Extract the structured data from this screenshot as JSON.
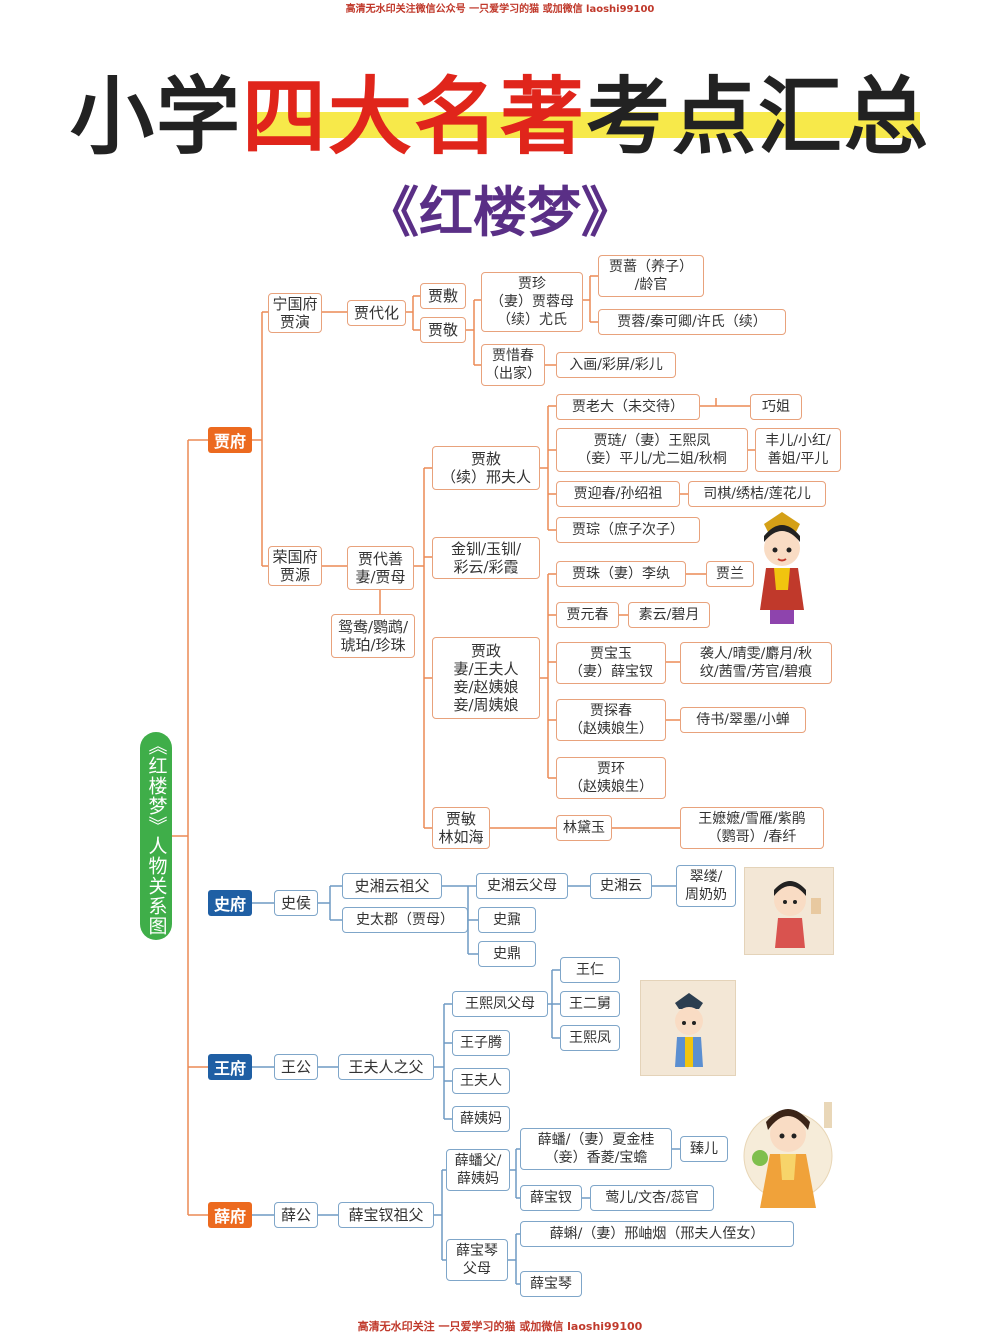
{
  "watermark_top": "高清无水印关注微信公众号 一只爱学习的猫 或加微信 laoshi99100",
  "watermark_bottom": "高清无水印关注 一只爱学习的猫 或加微信 laoshi99100",
  "title": {
    "part1": "小学",
    "part2": "四大名著",
    "part3": "考点汇总"
  },
  "subtitle": "《红楼梦》",
  "root_label": "《红楼梦》人物关系图",
  "colors": {
    "orange": "#ec6a1f",
    "blue": "#1f5fa4",
    "green": "#3fae49",
    "line_orange": "#ec8a55",
    "line_blue": "#6f9ac4"
  },
  "families": {
    "jia": "贾府",
    "shi": "史府",
    "wang": "王府",
    "xue": "薛府"
  },
  "nodes": {
    "ningguo": "宁国府\n贾演",
    "jia_daihua": "贾代化",
    "jia_fu": "贾敷",
    "jia_jing": "贾敬",
    "jia_zhen": "贾珍\n（妻）贾蓉母\n（续）尤氏",
    "jia_qiang": "贾蔷（养子）\n/龄官",
    "jia_rong": "贾蓉/秦可卿/许氏（续）",
    "jia_xichun": "贾惜春\n（出家）",
    "ruhua": "入画/彩屏/彩儿",
    "rongguo": "荣国府\n贾源",
    "jia_daishan": "贾代善\n妻/贾母",
    "yuanyang": "鸳鸯/鹦鹉/\n琥珀/珍珠",
    "jia_she": "贾赦\n（续）邢夫人",
    "jinchuan": "金钏/玉钏/\n彩云/彩霞",
    "jia_zheng": "贾政\n妻/王夫人\n妾/赵姨娘\n妾/周姨娘",
    "jia_min": "贾敏\n林如海",
    "jia_laoda": "贾老大（未交待）",
    "qiaojie": "巧姐",
    "jia_lian": "贾琏/（妻）王熙凤\n（妾）平儿/尤二姐/秋桐",
    "fenger": "丰儿/小红/\n善姐/平儿",
    "jia_yingchun": "贾迎春/孙绍祖",
    "siqi": "司棋/绣桔/莲花儿",
    "jia_cong": "贾琮（庶子次子）",
    "jia_zhu": "贾珠（妻）李纨",
    "jia_lan": "贾兰",
    "jia_yuanchun": "贾元春",
    "baoqin": "素云/碧月",
    "jia_baoyu": "贾宝玉\n（妻）薛宝钗",
    "xiren": "袭人/晴雯/麝月/秋\n纹/茜雪/芳官/碧痕",
    "jia_tanchun": "贾探春\n（赵姨娘生）",
    "daishu": "侍书/翠墨/小蝉",
    "jia_huan": "贾环\n（赵姨娘生）",
    "lin_daiyu": "林黛玉",
    "wangmama": "王嬷嬷/雪雁/紫鹃\n（鹦哥）/春纤",
    "shi_hou": "史侯",
    "shi_grandpa": "史湘云祖父",
    "shi_taijun": "史太郡（贾母）",
    "shi_parents": "史湘云父母",
    "shi_xiangyun": "史湘云",
    "cuilv": "翠缕/\n周奶奶",
    "shi_nai": "史鼐",
    "shi_ding": "史鼎",
    "wang_gong": "王公",
    "wang_father": "王夫人之父",
    "wang_xf_parents": "王熙凤父母",
    "wang_ziteng": "王子腾",
    "wang_furen": "王夫人",
    "xue_yima_w": "薛姨妈",
    "wang_ren": "王仁",
    "wang_erjiu": "王二舅",
    "wang_xifeng": "王熙凤",
    "xue_gong": "薛公",
    "xue_grandpa": "薛宝钗祖父",
    "xue_pan_parents": "薛蟠父/\n薛姨妈",
    "xue_qin_parents": "薛宝琴\n父母",
    "xue_pan": "薛蟠/（妻）夏金桂\n（妾）香菱/宝蟾",
    "zhener": "臻儿",
    "xue_baochai": "薛宝钗",
    "yinger": "莺儿/文杏/蕊官",
    "xue_ke": "薛蝌/（妻）邢岫烟（邢夫人侄女）",
    "xue_baoqin": "薛宝琴"
  }
}
